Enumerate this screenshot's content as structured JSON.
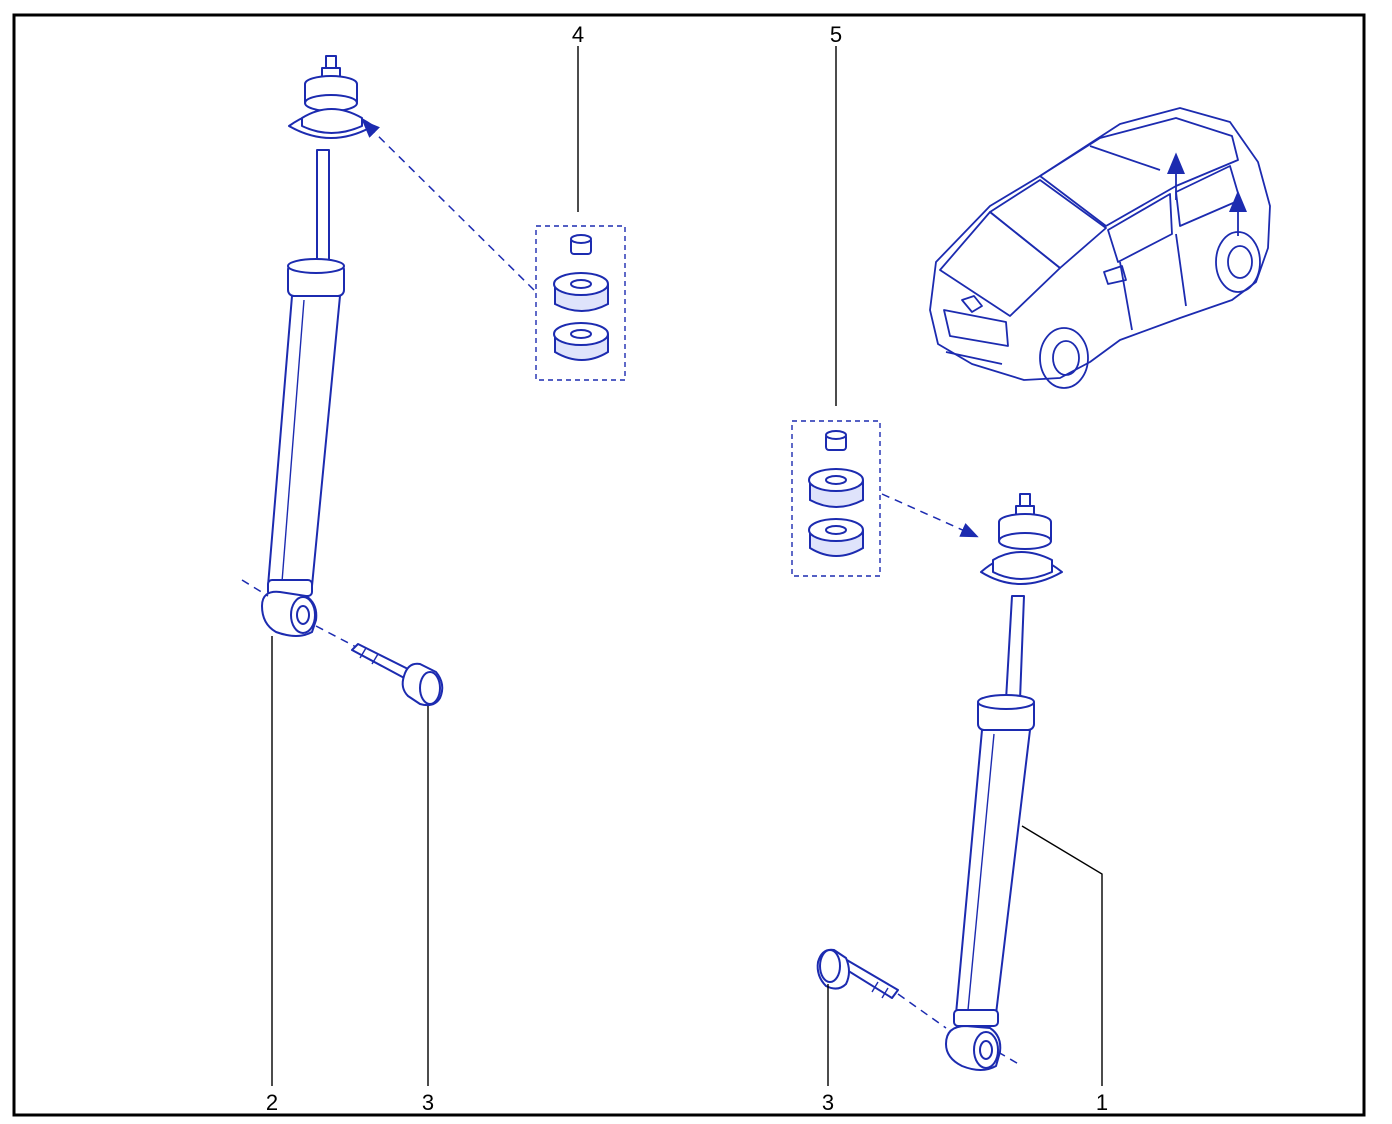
{
  "callouts": {
    "c1": "1",
    "c2": "2",
    "c3_left": "3",
    "c3_right": "3",
    "c4": "4",
    "c5": "5"
  },
  "colors": {
    "line_art": "#1c2bb0",
    "frame": "#000000",
    "background": "#ffffff"
  }
}
